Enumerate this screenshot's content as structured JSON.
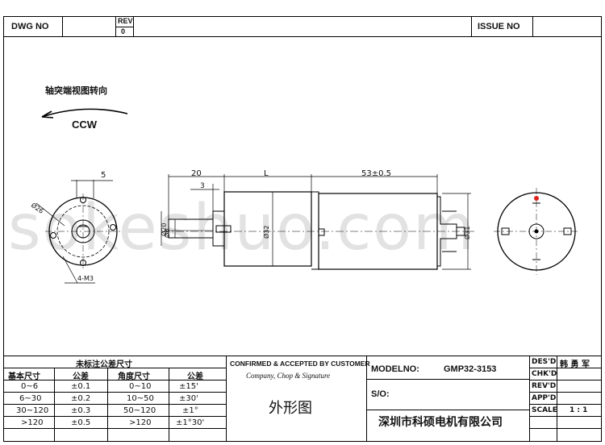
{
  "header": {
    "dwg_no_label": "DWG   NO",
    "rev_label": "REV",
    "rev_value": "0",
    "issue_no_label": "ISSUE   NO"
  },
  "watermark": "sokeshuo.com",
  "rotation": {
    "title": "轴突端视图转向",
    "direction": "CCW"
  },
  "dimensions": {
    "front_offset": "5",
    "shaft_length": "20",
    "flat_length": "3",
    "gearbox_length": "L",
    "motor_length": "53±0.5",
    "pcd": "Ø26",
    "screw": "4-M3",
    "shaft_dia": "Ø6",
    "pilot_dia": "Ø20",
    "body_dia": "Ø32",
    "motor_dia": "Ø31"
  },
  "tolerance_table": {
    "title": "未标注公差尺寸",
    "headers": [
      "基本尺寸",
      "公差",
      "角度尺寸",
      "公差"
    ],
    "rows": [
      [
        "0~6",
        "±0.1",
        "0~10",
        "±15'"
      ],
      [
        "6~30",
        "±0.2",
        "10~50",
        "±30'"
      ],
      [
        "30~120",
        "±0.3",
        "50~120",
        "±1°"
      ],
      [
        ">120",
        "±0.5",
        ">120",
        "±1°30'"
      ]
    ]
  },
  "confirmation": {
    "title": "CONFIRMED & ACCEPTED BY CUSTOMER",
    "subtitle": "Company, Chop & Signature",
    "drawing_name": "外形图"
  },
  "model": {
    "label": "MODELNO:",
    "value": "GMP32-3153",
    "so_label": "S/O:",
    "company": "深圳市科硕电机有限公司"
  },
  "approval": {
    "des_label": "DES'D",
    "des_value": "韩 勇 军",
    "chk_label": "CHK'D",
    "rev_label": "REV'D",
    "app_label": "APP'D",
    "scale_label": "SCALE",
    "scale_value": "1 : 1"
  }
}
